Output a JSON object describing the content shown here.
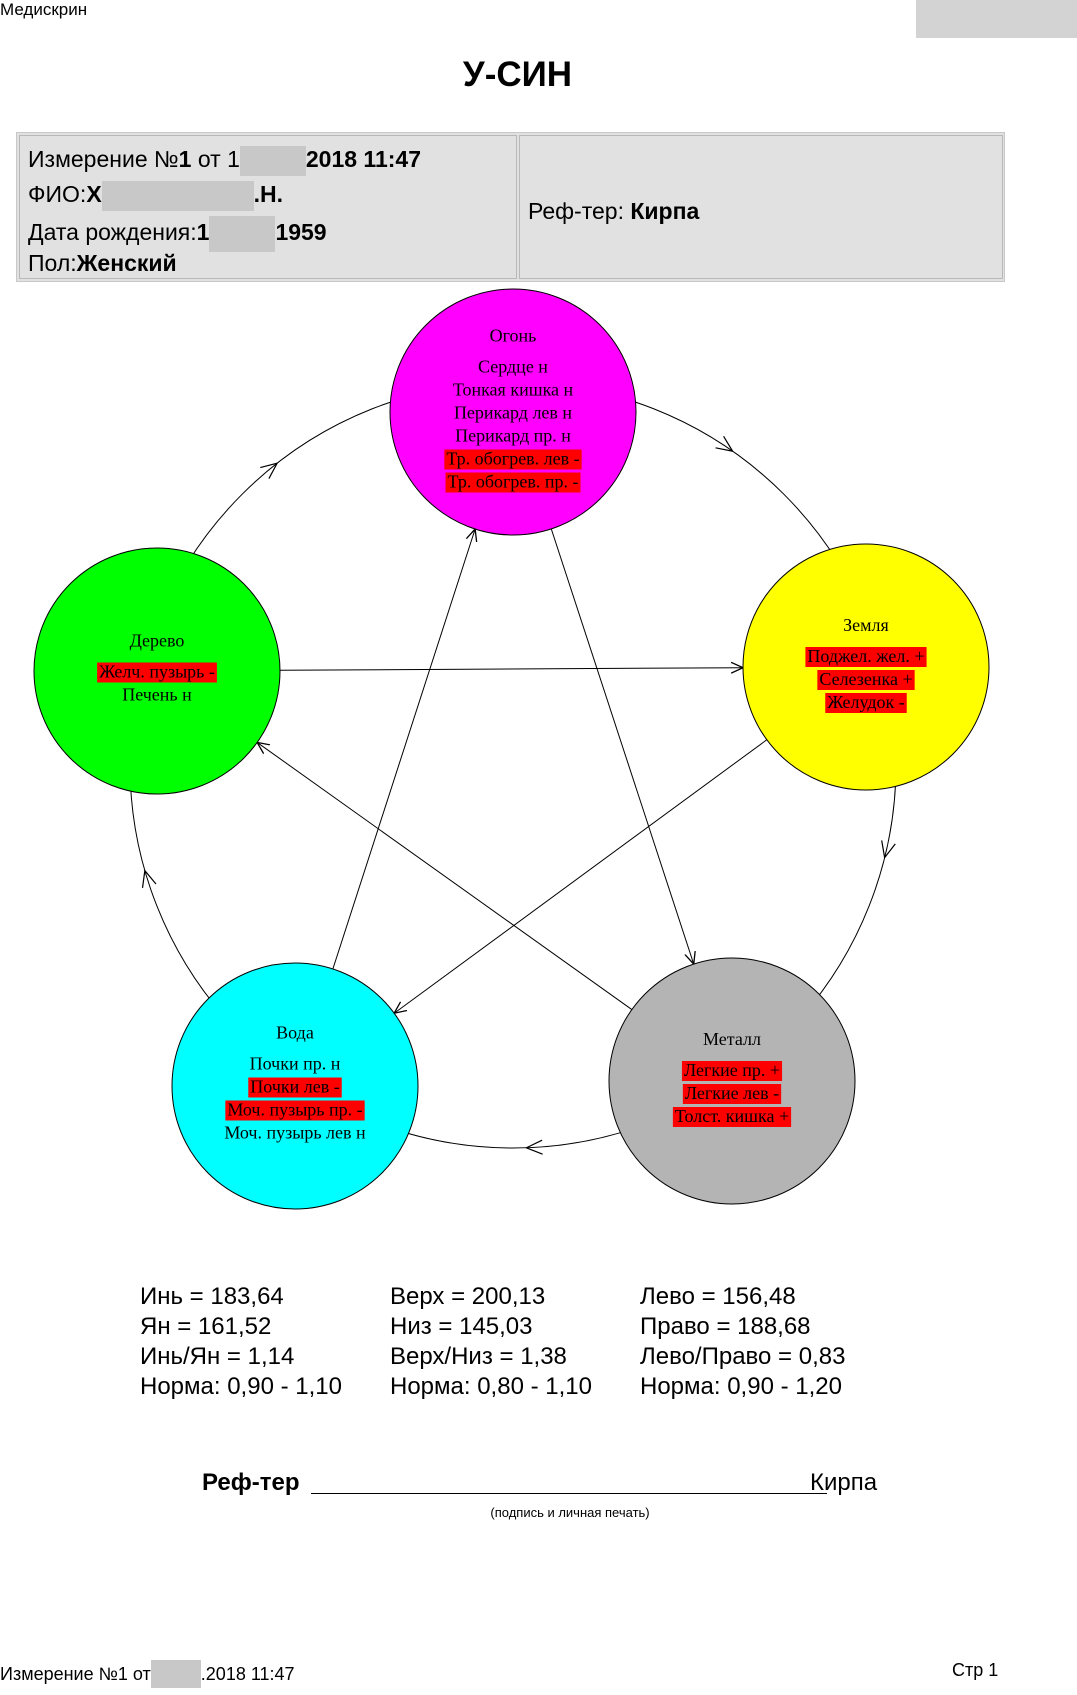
{
  "header": {
    "app_name": "Медискрин",
    "title": "У-СИН"
  },
  "info": {
    "measure_label": "Измерение №",
    "measure_no": "1",
    "measure_from": " от 1",
    "measure_date_tail": "2018 11:47",
    "fio_label": "ФИО:",
    "fio_start": "Х",
    "fio_tail": ".Н.",
    "birth_label": "Дата рождения:",
    "birth_start": "1",
    "birth_tail": "1959",
    "sex_label": "Пол:",
    "sex_value": "Женский",
    "ref_label": "Реф-тер:",
    "ref_value": "Кирпа"
  },
  "elements": [
    {
      "name": "Огонь",
      "color": "#ff00ff",
      "organs": [
        {
          "text": "Сердце н",
          "flag": false
        },
        {
          "text": "Тонкая кишка н",
          "flag": false
        },
        {
          "text": "Перикард лев н",
          "flag": false
        },
        {
          "text": "Перикард пр. н",
          "flag": false
        },
        {
          "text": "Тр. обогрев. лев -",
          "flag": true
        },
        {
          "text": "Тр. обогрев. пр. -",
          "flag": true
        }
      ]
    },
    {
      "name": "Земля",
      "color": "#ffff00",
      "organs": [
        {
          "text": "Поджел. жел. +",
          "flag": true
        },
        {
          "text": "Селезенка +",
          "flag": true
        },
        {
          "text": "Желудок -",
          "flag": true
        }
      ]
    },
    {
      "name": "Металл",
      "color": "#b4b4b4",
      "organs": [
        {
          "text": "Легкие пр. +",
          "flag": true
        },
        {
          "text": "Легкие лев -",
          "flag": true
        },
        {
          "text": "Толст. кишка +",
          "flag": true
        }
      ]
    },
    {
      "name": "Вода",
      "color": "#00ffff",
      "organs": [
        {
          "text": "Почки пр. н",
          "flag": false
        },
        {
          "text": "Почки лев -",
          "flag": true
        },
        {
          "text": "Моч. пузырь пр. -",
          "flag": true
        },
        {
          "text": "Моч. пузырь лев н",
          "flag": false
        }
      ]
    },
    {
      "name": "Дерево",
      "color": "#00ff00",
      "organs": [
        {
          "text": "Желч. пузырь -",
          "flag": true
        },
        {
          "text": "Печень н",
          "flag": false
        }
      ]
    }
  ],
  "colors": {
    "flag_highlight": "#ff0000",
    "info_background": "#e1e1e1"
  },
  "stats": {
    "col1": [
      "Инь = 183,64",
      "Ян = 161,52",
      "Инь/Ян = 1,14",
      "Норма: 0,90 - 1,10"
    ],
    "col2": [
      "Верх = 200,13",
      "Низ = 145,03",
      "Верх/Низ = 1,38",
      "Норма: 0,80 - 1,10"
    ],
    "col3": [
      "Лево = 156,48",
      "Право = 188,68",
      "Лево/Право = 0,83",
      "Норма: 0,90 - 1,20"
    ]
  },
  "signature": {
    "label": "Реф-тер",
    "name": "Кирпа",
    "caption": "(подпись и личная печать)"
  },
  "footer": {
    "measure_prefix": "Измерение №1 от",
    "measure_tail": ".2018 11:47",
    "page": "Стр 1"
  }
}
